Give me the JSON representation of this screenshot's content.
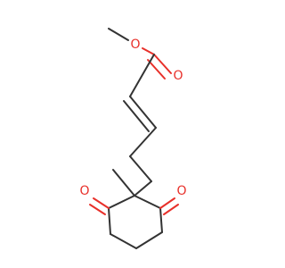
{
  "molecule": {
    "atoms": {
      "ester_o_single": {
        "symbol": "O",
        "color": "#e8302a"
      },
      "ester_o_double": {
        "symbol": "O",
        "color": "#e8302a"
      },
      "ketone_o_left": {
        "symbol": "O",
        "color": "#e8302a"
      },
      "ketone_o_right": {
        "symbol": "O",
        "color": "#e8302a"
      }
    },
    "bond_color": "#333333",
    "heteroatom_color": "#e8302a"
  }
}
